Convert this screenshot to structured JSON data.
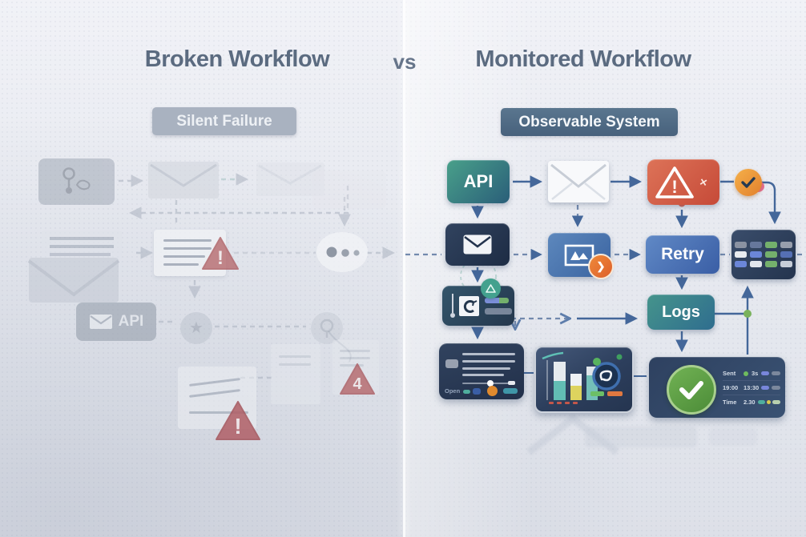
{
  "header": {
    "title_left": "Broken Workflow",
    "vs_label": "vs",
    "title_right": "Monitored Workflow"
  },
  "broken": {
    "badge": "Silent Failure",
    "api_label": "API",
    "warning_mark": "!",
    "warning_count": "4"
  },
  "monitored": {
    "badge": "Observable System",
    "api_label": "API",
    "retry_label": "Retry",
    "logs_label": "Logs",
    "warning_mark": "!",
    "monitor_open_label": "Open",
    "status_rows": [
      {
        "label": "Sent",
        "value": "3s"
      },
      {
        "label": "19:00",
        "value": "13:30"
      },
      {
        "label": "Time",
        "value": "2.30"
      }
    ]
  },
  "icons": {
    "close": "✕",
    "chevron_right": "❯",
    "star": "★"
  },
  "colors": {
    "title_text": "#5b6b80",
    "api_teal": "#35897b",
    "warning_red": "#cf5b45",
    "retry_blue": "#4a6fb0",
    "logs_teal": "#3b8a86",
    "success_green": "#5a9c44",
    "accent_orange": "#e8842f",
    "navy": "#24344e"
  }
}
